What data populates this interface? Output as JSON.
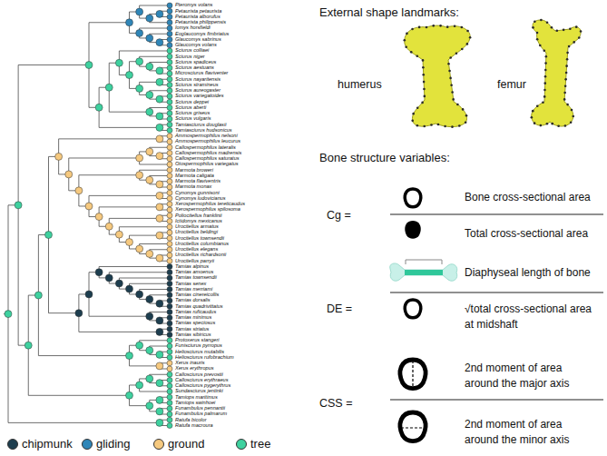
{
  "diagram": {
    "labels": [
      "Pteromys volans",
      "Petaurista petaurista",
      "Petaurista alborufus",
      "Petaurista philippensis",
      "Iomys horsfieldi",
      "Eoglaucomys fimbriatus",
      "Glaucomys sabrinus",
      "Glaucomys volans",
      "Sciurus colliaei",
      "Sciurus niger",
      "Sciurus spadiceus",
      "Sciurus aestuans",
      "Microsciurus flaviventer",
      "Sciurus nayaritensis",
      "Sciurus stramineus",
      "Sciurus aureogaster",
      "Sciurus variegatoides",
      "Sciurus deppei",
      "Sciurus aberti",
      "Sciurus griseus",
      "Sciurus vulgaris",
      "Tamiasciurus douglasii",
      "Tamiasciurus hudsonicus",
      "Ammospermophilus nelsoni",
      "Ammospermophilus leucurus",
      "Callospermophilus lateralis",
      "Callospermophilus madrensis",
      "Callospermophilus saturatus",
      "Otospermophilus variegatus",
      "Marmota broweri",
      "Marmota caligata",
      "Marmota flaviventris",
      "Marmota monax",
      "Cynomys gunnisoni",
      "Cynomys ludovicianus",
      "Xerospermophilus tereticaudus",
      "Xerospermophilus spilosoma",
      "Poliocitellus franklinii",
      "Ictidomys mexicanus",
      "Urocitellus armatus",
      "Urocitellus beldingi",
      "Urocitellus townsendii",
      "Urocitellus columbianus",
      "Urocitellus elegans",
      "Urocitellus richardsonii",
      "Urocitellus parryii",
      "Tamias alpinus",
      "Tamias amoenus",
      "Tamias townsendii",
      "Tamias senex",
      "Tamias merriami",
      "Tamias cinereicollis",
      "Tamias dorsalis",
      "Tamias quadrivittatus",
      "Tamias ruficaudus",
      "Tamias minimus",
      "Tamias speciosus",
      "Tamias striatus",
      "Tamias sibiricus",
      "Protoxerus stangeri",
      "Funisciurus pyrropus",
      "Heliosciurus mutabilis",
      "Heliosciurus rufobrachium",
      "Xerus inauris",
      "Xerus erythropus",
      "Callosciurus prevostii",
      "Callosciurus erythraeus",
      "Callosciurus pygerythrus",
      "Sundasciurus jentinki",
      "Tamiops maritimus",
      "Tamiops swinhoei",
      "Funambulus pennantii",
      "Funambulus palmarum",
      "Ratufa bicolor",
      "Ratufa macroura",
      "External shape landmarks:",
      "humerus",
      "femur",
      "Bone structure variables:",
      "Cg =",
      "Bone cross-sectional area",
      "Total cross-sectional area",
      "DE =",
      "Diaphyseal length of bone",
      "√total cross-sectional area at midshaft",
      "CSS =",
      "2nd moment of area around the major axis",
      "2nd moment of area around the minor axis"
    ],
    "legend": [
      {
        "text": "chipmunk",
        "color": "#1d3e4f"
      },
      {
        "text": "gliding",
        "color": "#2f86b8"
      },
      {
        "text": "ground",
        "color": "#f6c97f"
      },
      {
        "text": "tree",
        "color": "#3ed19f"
      }
    ]
  }
}
